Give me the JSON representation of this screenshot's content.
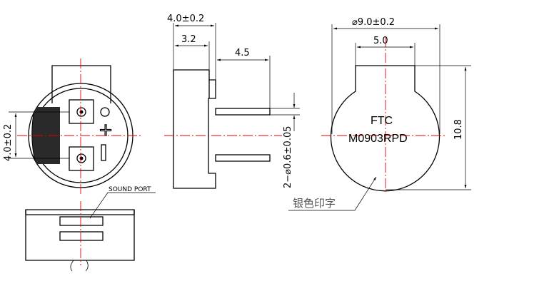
{
  "front_view": {
    "dim_pin_spacing": "4.0±0.2",
    "label_sound_port": "SOUND PORT",
    "polarity_symbol": "+"
  },
  "side_view": {
    "dim_total_height": "4.0±0.2",
    "dim_body_height": "3.2",
    "dim_pin_length": "4.5",
    "dim_pin_diameter": "2−⌀0.6±0.05"
  },
  "top_view": {
    "dim_diameter": "⌀9.0±0.2",
    "dim_tab_width": "5.0",
    "dim_overall_length": "10.8",
    "marking_line1": "FTC",
    "marking_line2": "M0903RPD",
    "note_silver_print": "银色印字"
  },
  "colors": {
    "outline": "#000000",
    "centerline": "#e00000",
    "note": "#555555"
  }
}
